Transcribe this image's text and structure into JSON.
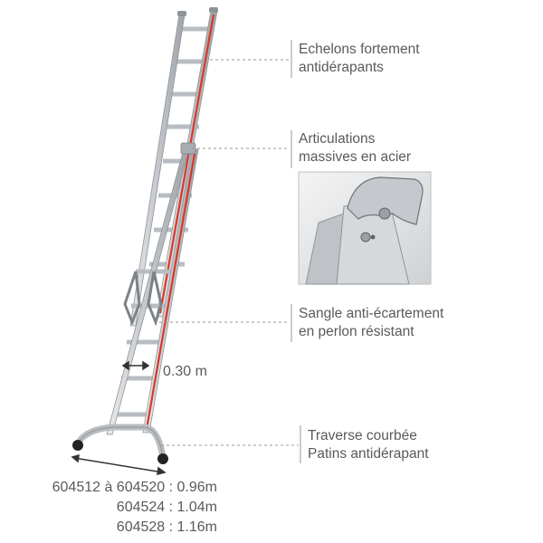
{
  "callouts": [
    {
      "line1": "Echelons fortement",
      "line2": "antidérapants"
    },
    {
      "line1": "Articulations",
      "line2": "massives en acier"
    },
    {
      "line1": "Sangle anti-écartement",
      "line2": "en perlon résistant"
    },
    {
      "line1": "Traverse courbée",
      "line2": "Patins antidérapant"
    }
  ],
  "rung_width_label": "0.30 m",
  "base_widths": [
    "604512 à 604520 : 0.96m",
    "604524 : 1.04m",
    "604528 : 1.16m"
  ],
  "colors": {
    "rail_red": "#d9382a",
    "aluminium": "#c9cdd1",
    "leader_line": "#9a9a9a",
    "text": "#5a5a5a"
  }
}
